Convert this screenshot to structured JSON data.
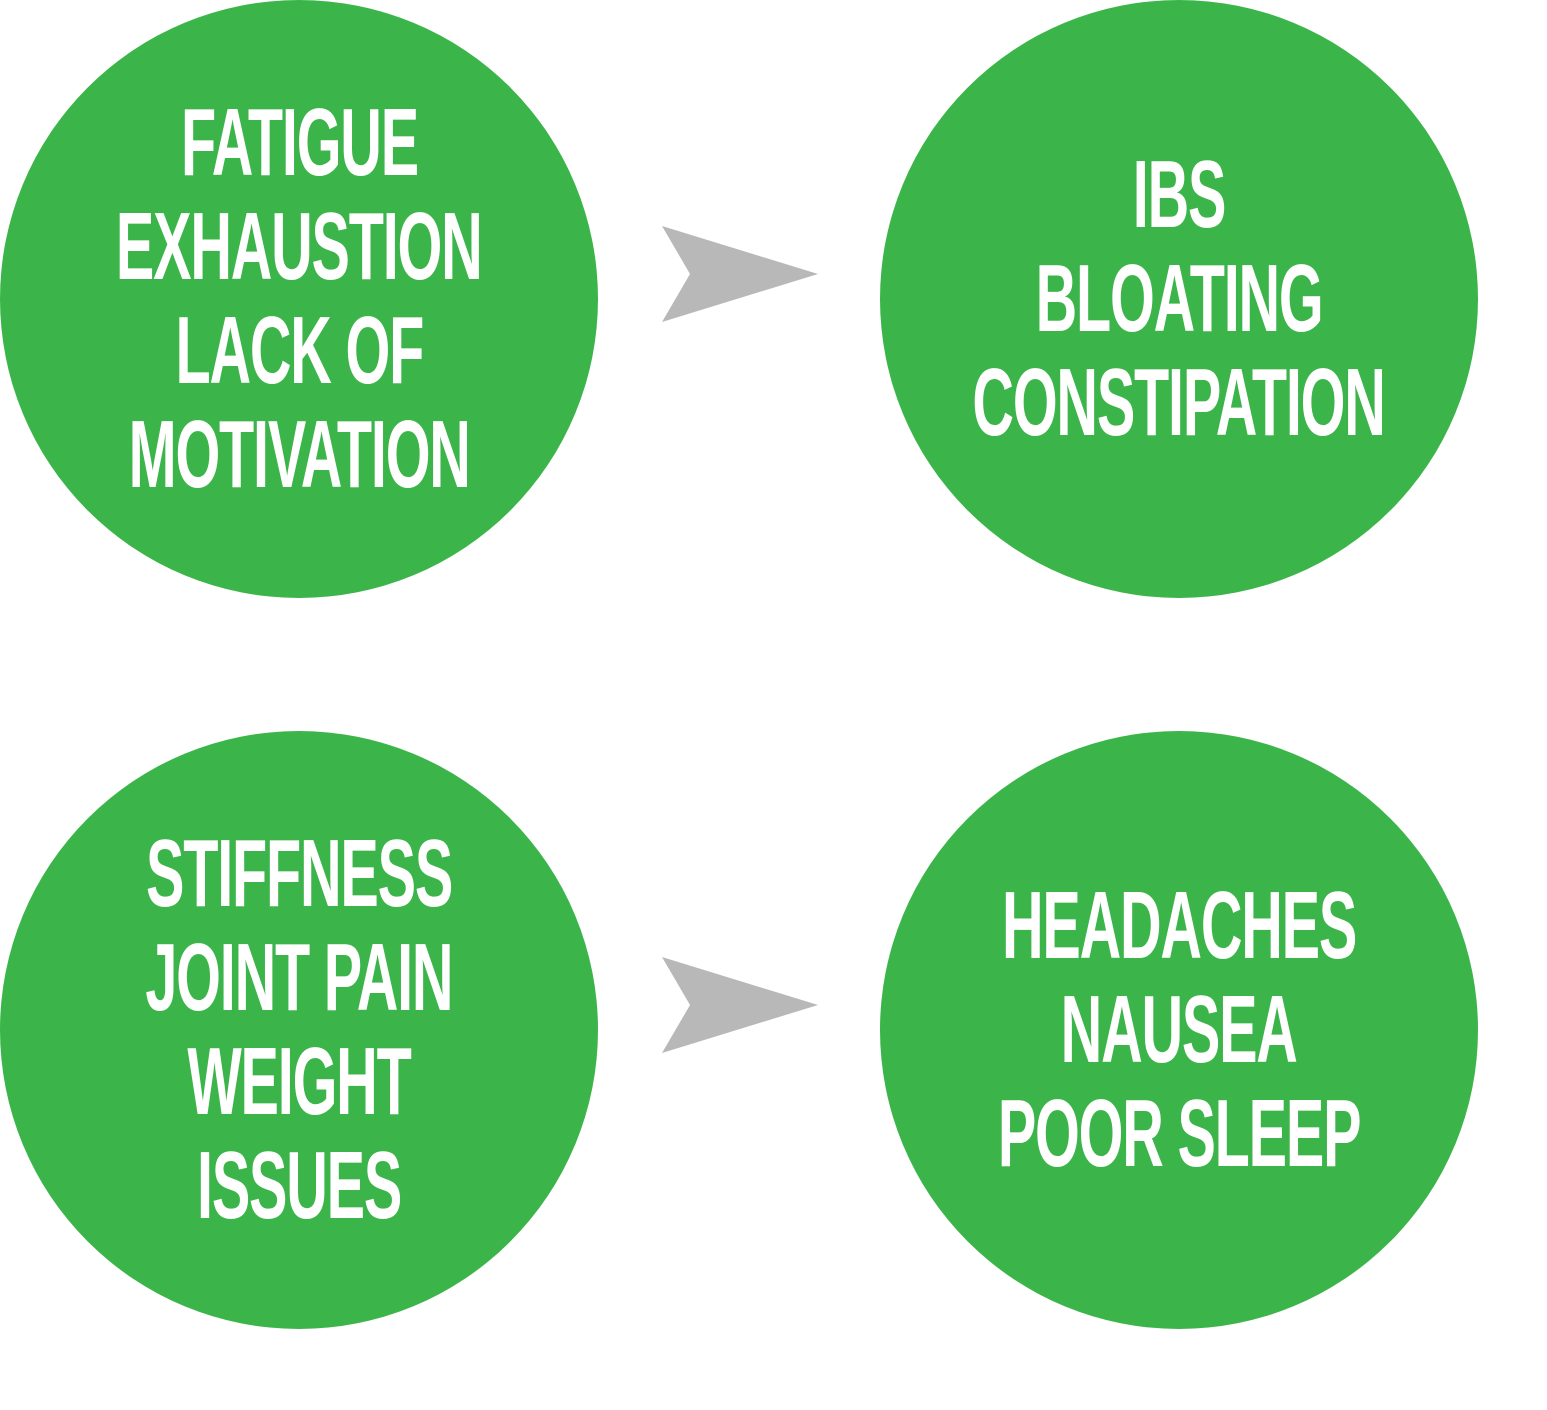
{
  "colors": {
    "circle_fill": "#3bb54a",
    "arrow_fill": "#b8b8b8",
    "text": "#ffffff"
  },
  "circles": [
    {
      "lines": [
        "FATIGUE",
        "EXHAUSTION",
        "LACK OF",
        "MOTIVATION"
      ]
    },
    {
      "lines": [
        "IBS",
        "BLOATING",
        "CONSTIPATION"
      ]
    },
    {
      "lines": [
        "STIFFNESS",
        "JOINT PAIN",
        "WEIGHT",
        "ISSUES"
      ]
    },
    {
      "lines": [
        "HEADACHES",
        "NAUSEA",
        "POOR SLEEP"
      ]
    }
  ],
  "arrows": [
    {
      "icon": "chevron-arrow-right-icon"
    },
    {
      "icon": "chevron-arrow-right-icon"
    }
  ]
}
